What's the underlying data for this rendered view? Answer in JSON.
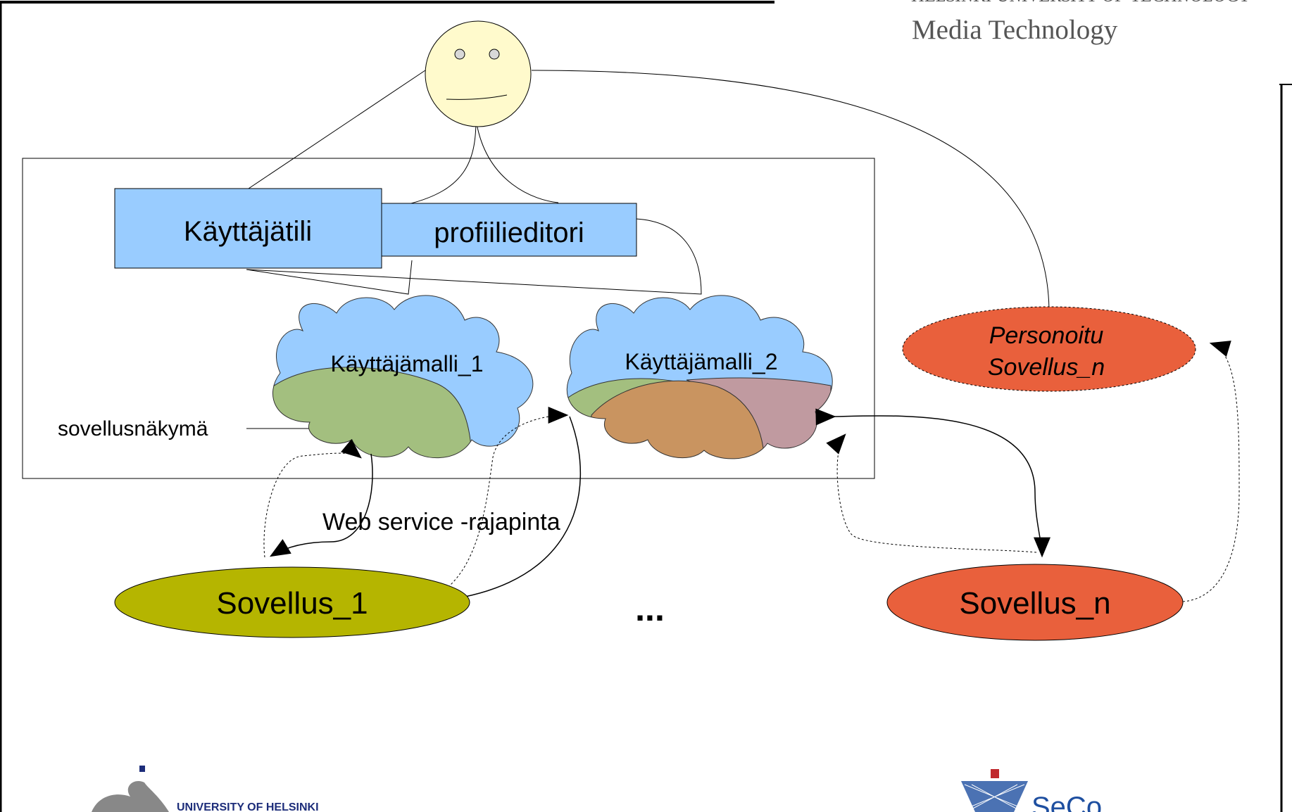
{
  "header": {
    "institution_partial": "HELSINKI UNIVERSITY OF TECHNOLOGY",
    "department": "Media Technology"
  },
  "boxes": {
    "account": "Käyttäjätili",
    "profile_editor": "profiilieditori"
  },
  "clouds": {
    "model_1": "Käyttäjämalli_1",
    "model_2": "Käyttäjämalli_2"
  },
  "annotations": {
    "app_view": "sovellusnäkymä",
    "web_service": "Web service -rajapinta",
    "ellipsis": "..."
  },
  "apps": {
    "app_1": "Sovellus_1",
    "app_n": "Sovellus_n",
    "personalized_line1": "Personoitu",
    "personalized_line2": "Sovellus_n"
  },
  "logos": {
    "helsinki": "UNIVERSITY OF HELSINKI",
    "seco": "SeCo"
  },
  "colors": {
    "box_fill": "#99ccff",
    "cloud_fill": "#99ccff",
    "view_green": "#a3bf7f",
    "view_orange": "#c99460",
    "view_pink": "#c09aa0",
    "app1_fill": "#b5b500",
    "appn_fill": "#e9603c",
    "face_fill": "#fffacc"
  }
}
